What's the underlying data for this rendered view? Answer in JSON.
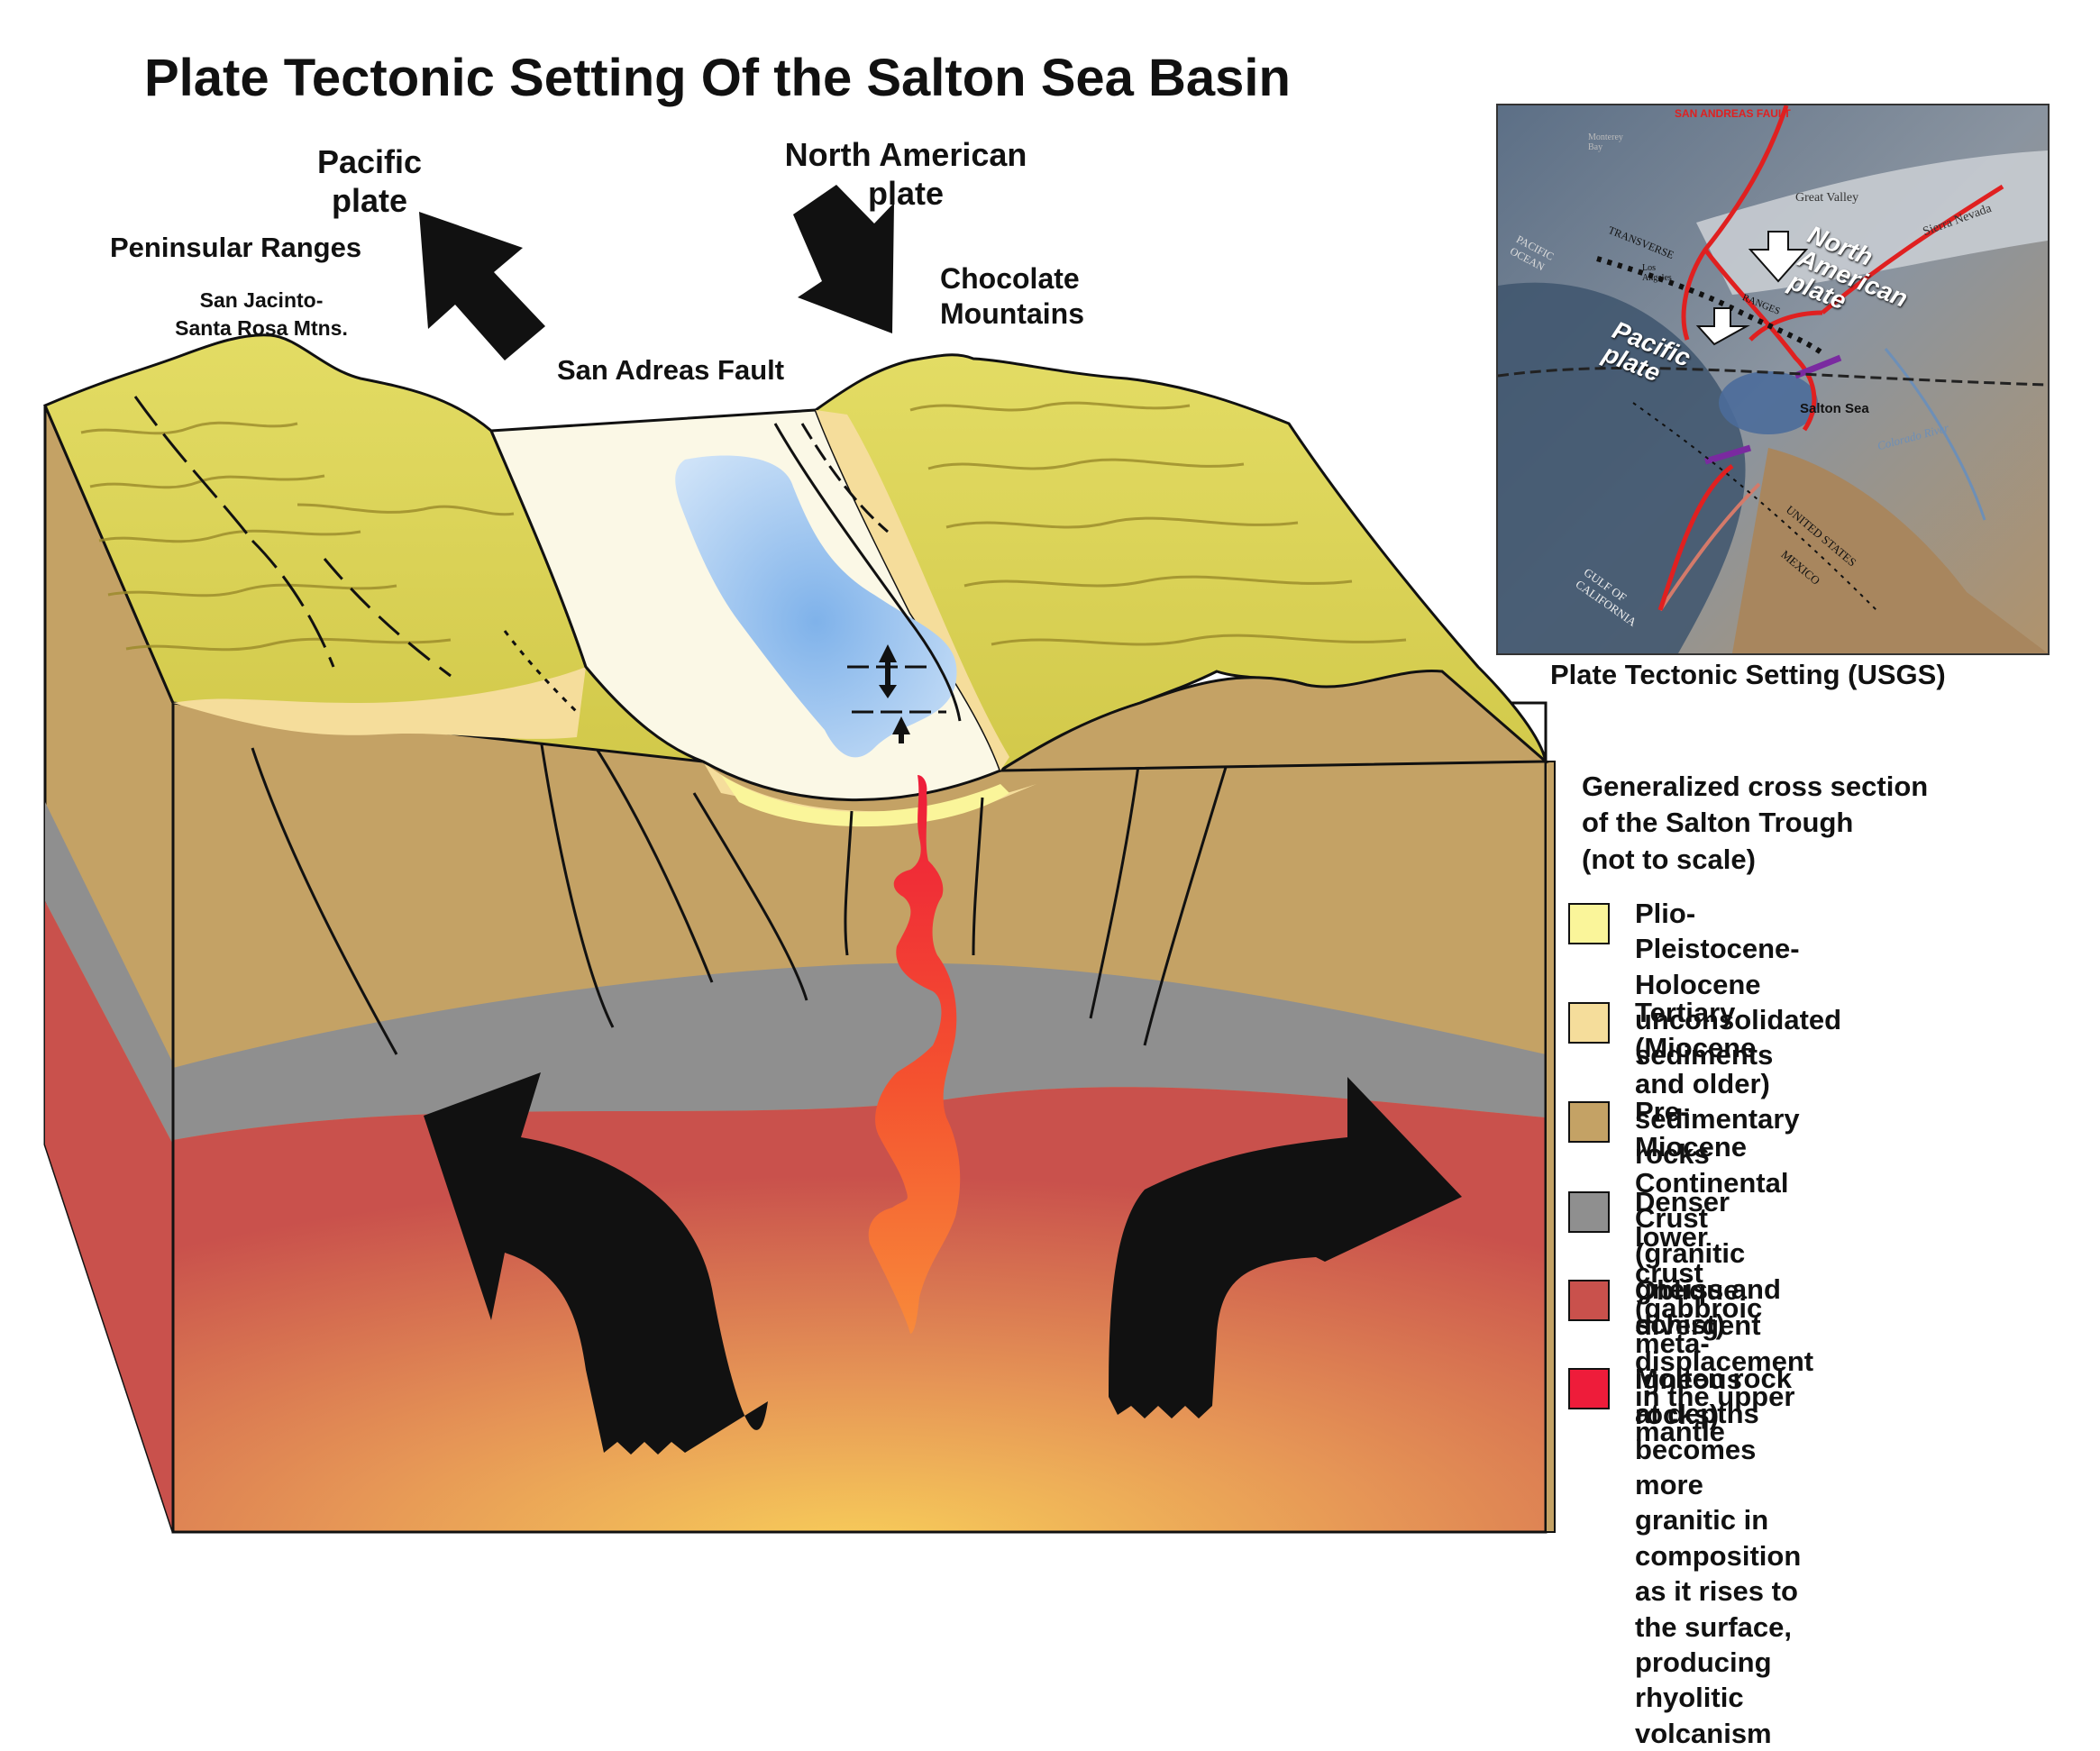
{
  "title": "Plate Tectonic Setting Of the Salton Sea Basin",
  "labels": {
    "pacific_plate": "Pacific\nplate",
    "north_american_plate": "North American\nplate",
    "peninsular_ranges": "Peninsular Ranges",
    "san_jacinto": "San Jacinto-\nSanta Rosa Mtns.",
    "chocolate_mountains": "Chocolate\nMountains",
    "san_andreas_fault": "San Adreas Fault"
  },
  "photo": {
    "caption": "Plate Tectonic Setting (USGS)",
    "labels": {
      "san_andreas_fault": "SAN ANDREAS FAULT",
      "great_valley": "Great Valley",
      "sierra_nevada": "Sierra Nevada",
      "north_american_plate": "North\nAmerican\nplate",
      "pacific_plate": "Pacific\nplate",
      "pacific_ocean": "PACIFIC\nOCEAN",
      "salton_sea": "Salton Sea",
      "colorado_river": "Colorado River",
      "transverse": "TRANSVERSE",
      "ranges": "RANGES",
      "los_angeles": "Los\nAngeles",
      "united_states": "UNITED STATES",
      "mexico": "MEXICO",
      "gulf_of_california": "GULF OF\nCALIFORNIA",
      "monterey_bay": "Monterey\nBay"
    }
  },
  "legend": {
    "title": "Generalized cross section\nof the Salton Trough\n(not to scale)",
    "items": [
      {
        "label": "Plio-Pleistocene-Holocene\nunconsolidated sediments",
        "color": "#faf59a"
      },
      {
        "label": "Tertiary (Miocene and older)\nsedimentary rocks",
        "color": "#f5dd9b"
      },
      {
        "label": "Pre-Miocene Continental Crust\n(granitic gneiss and schist)",
        "color": "#c4a265"
      },
      {
        "label": "Denser lower crust\n(gabbroic meta-igneous rocks)",
        "color": "#8f8f8f"
      },
      {
        "label": "Oblique divergent displacement\nin the upper mantle",
        "color": "#c9514c"
      },
      {
        "label": "Molten rock at depths becomes\nmore granitic in composition\nas it rises to the surface,\nproducing rhyolitic volcanism",
        "color": "#ee1c3a"
      }
    ]
  },
  "colors": {
    "mountain_top": "#d9d252",
    "crust": "#c4a265",
    "tertiary": "#f5dd9b",
    "alluvium": "#faf59a",
    "lower_crust": "#8f8f8f",
    "mantle": "#c9514c",
    "magma": "#ee1c3a",
    "sea": "#7fb2ea"
  }
}
